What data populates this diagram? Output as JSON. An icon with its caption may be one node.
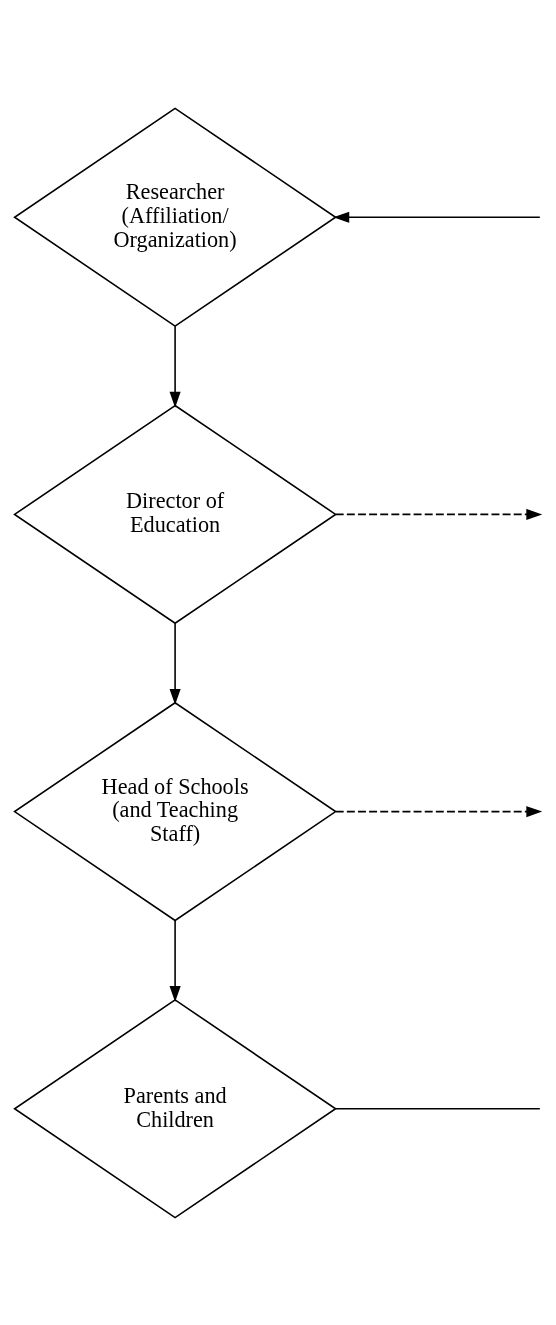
{
  "diagram": {
    "nodes": [
      {
        "text": [
          "Researcher (Affiliation/ Organization)"
        ]
      },
      {
        "text": [
          "Director of Education"
        ]
      },
      {
        "text": [
          "Head of Schools (and Teaching Staff)"
        ]
      },
      {
        "text": [
          "Parents and Children"
        ]
      }
    ],
    "edges": [
      {
        "from": 0,
        "to": 1,
        "arrow": "to"
      },
      {
        "from": 1,
        "to": 2,
        "arrow": "to"
      },
      {
        "from": 2,
        "to": 3,
        "arrow": "to"
      },
      {
        "from": null,
        "to": 0,
        "arrow": "to"
      },
      {
        "from": 1,
        "to": null,
        "arrow": "to",
        "style": "dashed"
      },
      {
        "from": 2,
        "to": null,
        "arrow": "to",
        "style": "dashed"
      },
      {
        "from": 3,
        "to": null,
        "arrow": "none"
      }
    ]
  }
}
